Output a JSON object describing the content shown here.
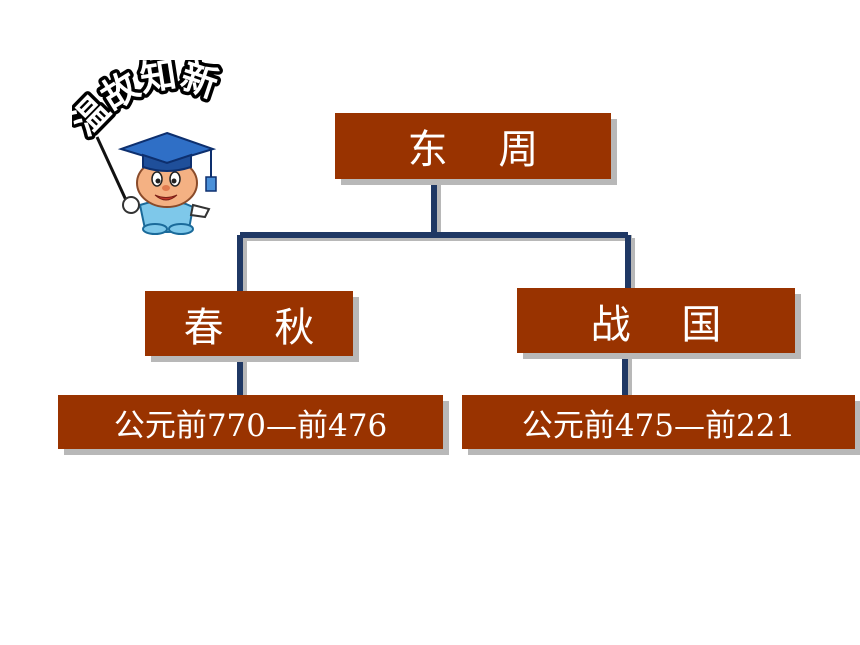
{
  "heading": "温故知新",
  "root": {
    "label": "东    周"
  },
  "branches": [
    {
      "label": "春    秋",
      "period": "公元前770—前476"
    },
    {
      "label": "战    国",
      "period": "公元前475—前221"
    }
  ],
  "colors": {
    "box_fill": "#993300",
    "box_text": "#ffffff",
    "connector": "#1f3864",
    "shadow": "#b8b8b8"
  },
  "icons": [
    "teacher-mascot-icon",
    "graduation-cap-icon",
    "pointer-stick-icon"
  ]
}
